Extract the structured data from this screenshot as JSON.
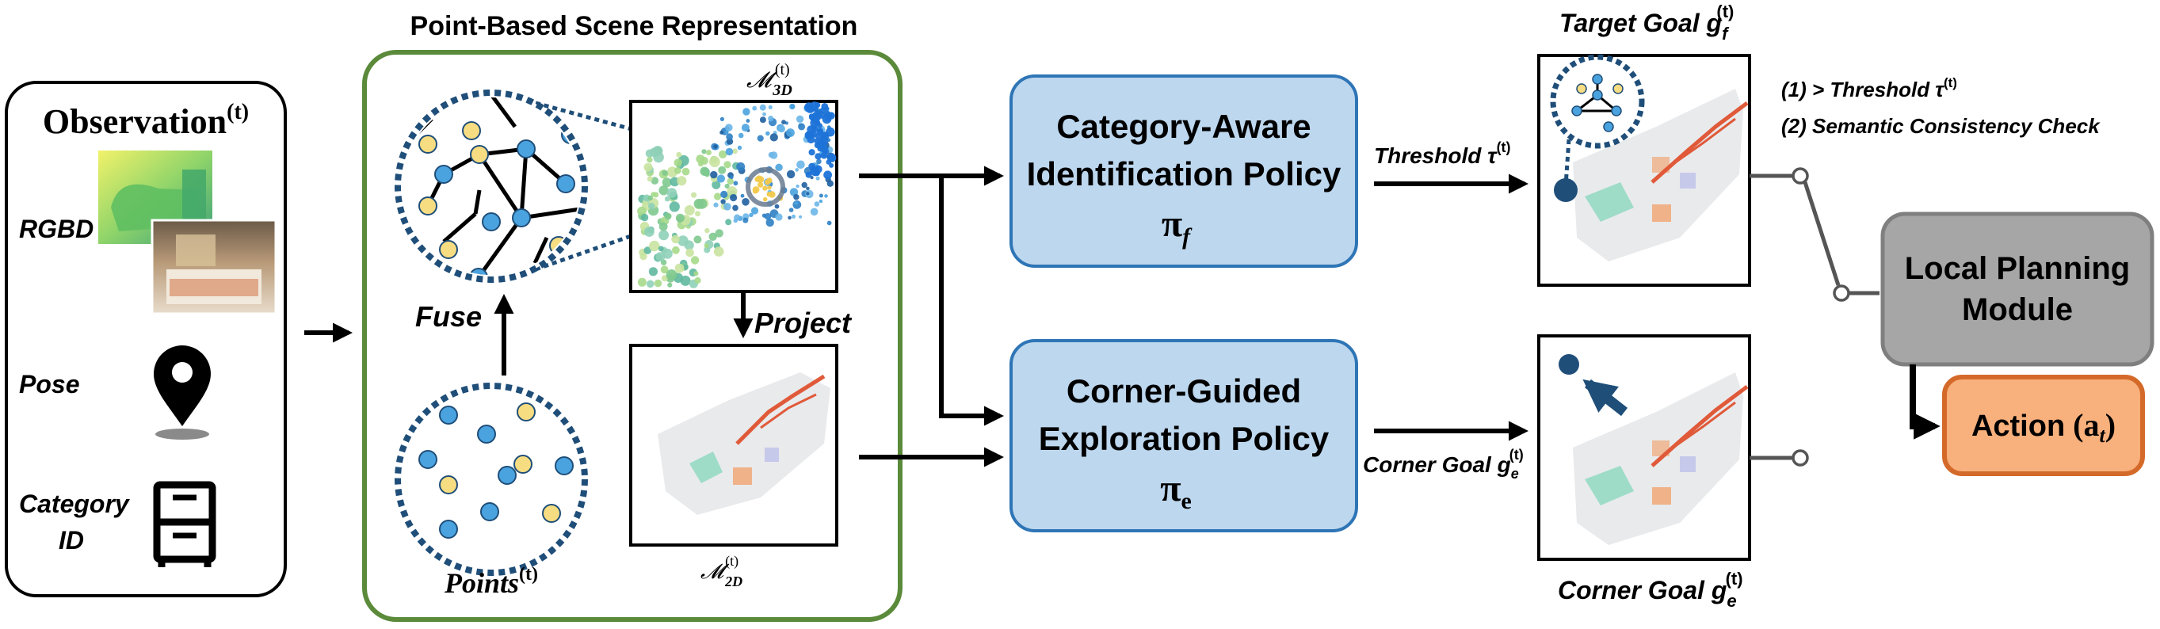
{
  "observation": {
    "title": "Observation",
    "title_sup": "(t)",
    "rgbd_label": "RGBD",
    "pose_label": "Pose",
    "category_label_line1": "Category",
    "category_label_line2": "ID"
  },
  "scene": {
    "title": "Point-Based Scene Representation",
    "fuse_label": "Fuse",
    "project_label": "Project",
    "points_label": "Points",
    "points_sup": "(t)",
    "map3d_label": "𝓜",
    "map3d_sub": "3D",
    "map3d_sup": "(t)",
    "map2d_label": "𝓜",
    "map2d_sub": "2D",
    "map2d_sup": "(t)"
  },
  "policies": {
    "identification_line1": "Category-Aware",
    "identification_line2": "Identification Policy",
    "identification_symbol": "π",
    "identification_sub": "f",
    "exploration_line1": "Corner-Guided",
    "exploration_line2": "Exploration Policy",
    "exploration_symbol": "π",
    "exploration_sub": "e"
  },
  "arrows": {
    "threshold_label": "Threshold τ",
    "threshold_sup": "(t)",
    "corner_goal_label": "Corner Goal g",
    "corner_goal_sub": "e",
    "corner_goal_sup": "(t)"
  },
  "goals": {
    "target_goal_label": "Target Goal g",
    "target_goal_sub": "f",
    "target_goal_sup": "(t)",
    "corner_goal_label": "Corner Goal g",
    "corner_goal_sub": "e",
    "corner_goal_sup": "(t)",
    "condition1": "(1) > Threshold τ",
    "condition1_sup": "(t)",
    "condition2": "(2) Semantic Consistency Check"
  },
  "planning": {
    "line1": "Local Planning",
    "line2": "Module"
  },
  "action": {
    "label": "Action",
    "symbol": "(a",
    "sub": "t",
    "close": ")"
  },
  "colors": {
    "scene_border": "#5a8a3a",
    "policy_fill": "#bdd7ee",
    "policy_border": "#2e75b6",
    "planning_fill": "#a6a6a6",
    "planning_border": "#7f7f7f",
    "action_fill": "#f8b07c",
    "action_border": "#d46a2a",
    "node_blue": "#4aa3df",
    "node_yellow": "#f7dd82",
    "dotted_ring": "#1f4e79",
    "path_red": "#e05a3a"
  },
  "icons": [
    "pin-icon",
    "cabinet-icon",
    "rgb-image-icon",
    "depth-image-icon"
  ]
}
